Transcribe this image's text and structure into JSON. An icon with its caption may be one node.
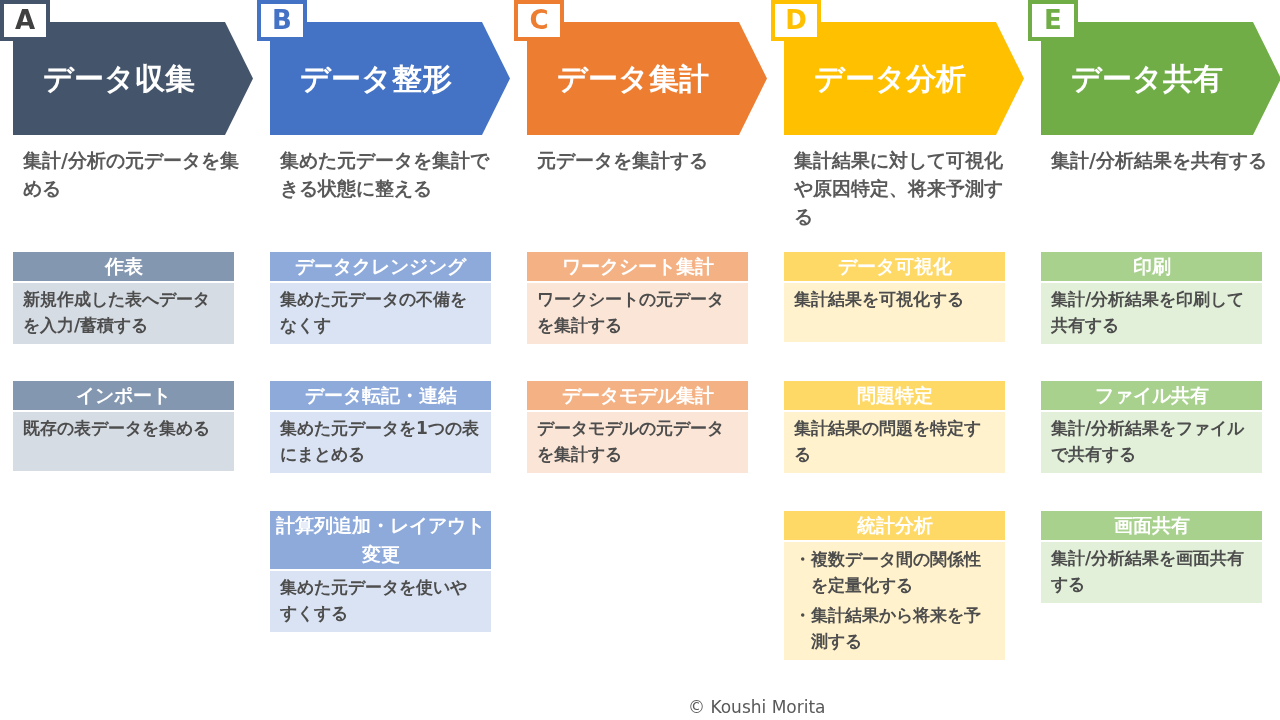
{
  "diagram": {
    "nodes": [
      {
        "text": [
          "A"
        ]
      },
      {
        "text": [
          "データ収集"
        ],
        "beside": [
          "集計/分析の元データを集める"
        ]
      },
      {
        "text": [
          "作表",
          "新規作成した表へデータを入力/蓄積する"
        ]
      },
      {
        "text": [
          "インポート",
          "既存の表データを集める"
        ]
      },
      {
        "text": [
          "B"
        ]
      },
      {
        "text": [
          "データ整形"
        ],
        "beside": [
          "集めた元データを集計できる状態に整える"
        ]
      },
      {
        "text": [
          "データクレンジング",
          "集めた元データの不備をなくす"
        ]
      },
      {
        "text": [
          "データ転記・連結",
          "集めた元データを1つの表にまとめる"
        ]
      },
      {
        "text": [
          "計算列追加・レイアウト変更",
          "集めた元データを使いやすくする"
        ]
      },
      {
        "text": [
          "C"
        ]
      },
      {
        "text": [
          "データ集計"
        ],
        "beside": [
          "元データを集計する"
        ]
      },
      {
        "text": [
          "ワークシート集計",
          "ワークシートの元データを集計する"
        ]
      },
      {
        "text": [
          "データモデル集計",
          "データモデルの元データを集計する"
        ]
      },
      {
        "text": [
          "D"
        ]
      },
      {
        "text": [
          "データ分析"
        ],
        "beside": [
          "集計結果に対して可視化や原因特定、将来予測する"
        ]
      },
      {
        "text": [
          "データ可視化",
          "集計結果を可視化する"
        ]
      },
      {
        "text": [
          "問題特定",
          "集計結果の問題を特定する"
        ]
      },
      {
        "text": [
          "統計分析",
          "・複数データ間の関係性を定量化する",
          "・集計結果から将来を予測する"
        ]
      },
      {
        "text": [
          "E"
        ]
      },
      {
        "text": [
          "データ共有"
        ],
        "beside": [
          "集計/分析結果を共有する"
        ]
      },
      {
        "text": [
          "印刷",
          "集計/分析結果を印刷して共有する"
        ]
      },
      {
        "text": [
          "ファイル共有",
          "集計/分析結果をファイルで共有する"
        ]
      },
      {
        "text": [
          "画面共有",
          "集計/分析結果を画面共有する"
        ]
      }
    ],
    "labels": [
      "© Koushi Morita"
    ]
  }
}
